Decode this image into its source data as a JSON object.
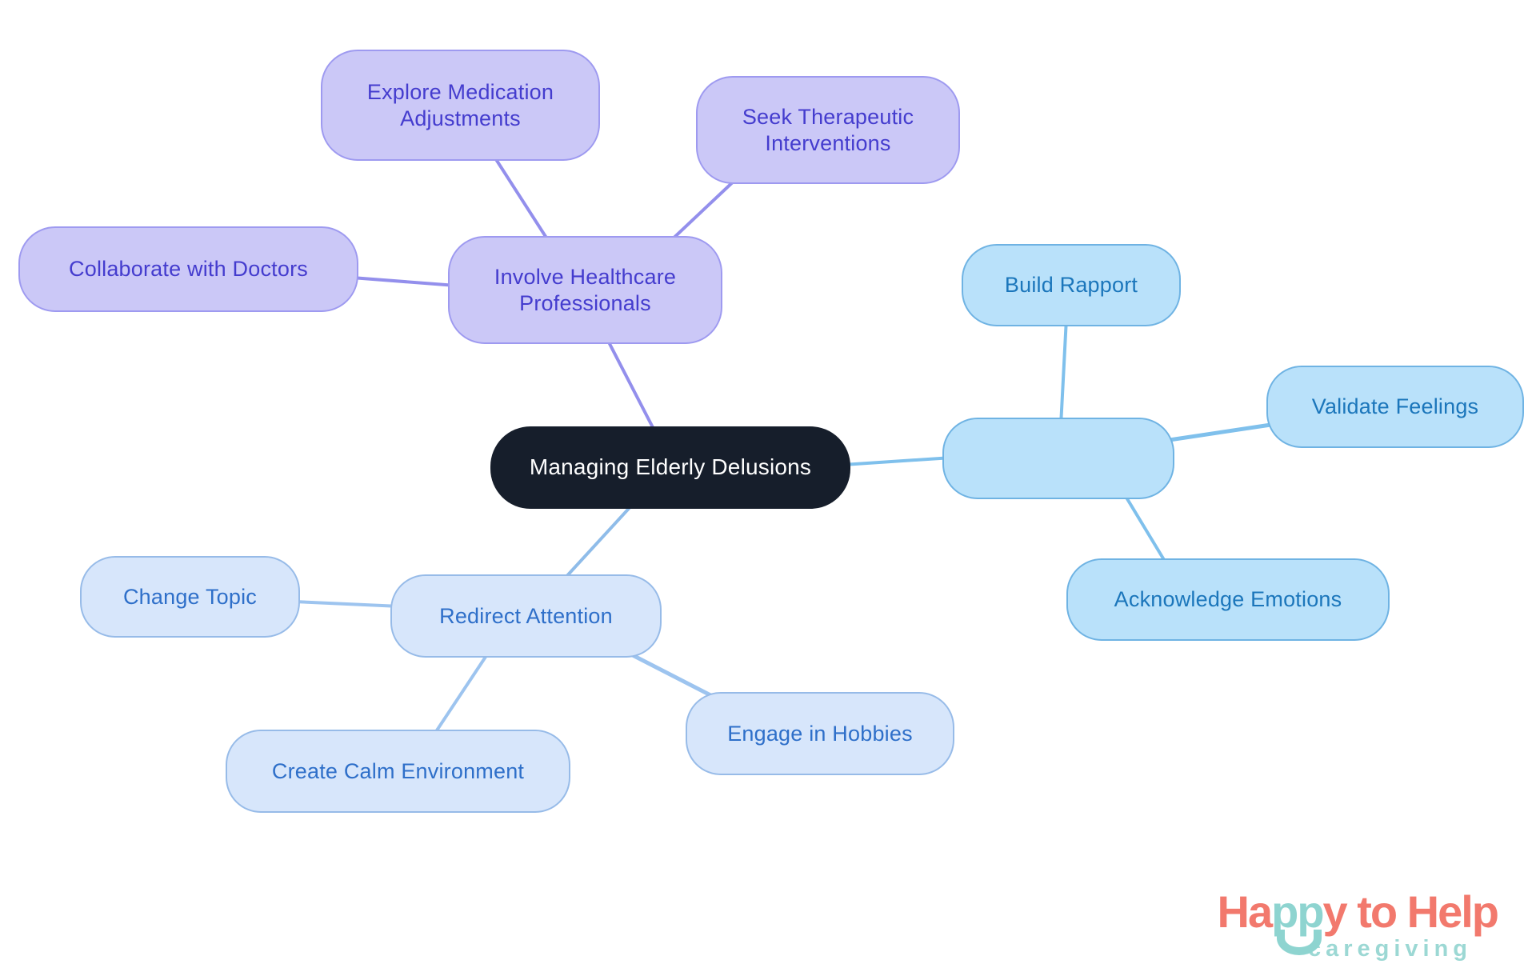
{
  "nodes": {
    "central": {
      "label": "Managing Elderly Delusions"
    },
    "involve": {
      "label": "Involve Healthcare Professionals"
    },
    "explore": {
      "label": "Explore Medication Adjustments"
    },
    "seek": {
      "label": "Seek Therapeutic Interventions"
    },
    "collaborate": {
      "label": "Collaborate with Doctors"
    },
    "build": {
      "label": "Build Rapport"
    },
    "validate": {
      "label": "Validate Feelings"
    },
    "acknowledge": {
      "label": "Acknowledge Emotions"
    },
    "redirect": {
      "label": "Redirect Attention"
    },
    "change": {
      "label": "Change Topic"
    },
    "calm": {
      "label": "Create Calm Environment"
    },
    "hobbies": {
      "label": "Engage in Hobbies"
    }
  },
  "colors": {
    "central_bg": "#161e2b",
    "central_text": "#ffffff",
    "purple_fill": "#cbc8f7",
    "purple_border": "#9e9af0",
    "purple_text": "#443cce",
    "purple_line": "#938fec",
    "blue_fill": "#b9e1fa",
    "blue_border": "#6fb3e3",
    "blue_text": "#1b76bb",
    "blue_line": "#7fc0ec",
    "lightblue_fill": "#d7e6fb",
    "lightblue_border": "#97bbe8",
    "lightblue_text": "#2e6fc9",
    "lightblue_line": "#9dc4ef",
    "logo_coral": "#f2796d",
    "logo_teal": "#8ed4d0",
    "logo_tagline_teal": "#9cd8d4"
  },
  "logo": {
    "part1": "Ha",
    "part2": "pp",
    "part3": "y to Help",
    "tagline": "caregiving"
  }
}
